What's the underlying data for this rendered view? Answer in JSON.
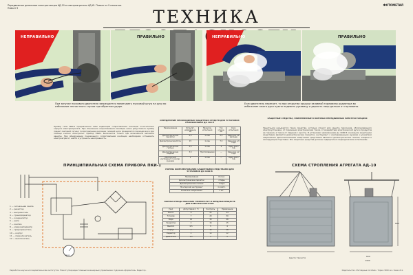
{
  "header": {
    "title": "ТЕХНИКА БЕЗОПАСНОСТИ",
    "stamp": "ФОТОМЕТАЛ",
    "strip": "Передвижные дизельные электростанции АД-10 и электроагрегаты АД-Ю. Плакат из 9 плакатов. Плакат 9"
  },
  "photos": {
    "wrong_label": "НЕПРАВИЛЬНО",
    "right_label": "ПРАВИЛЬНО",
    "caption_left": "При запуске пускового двигателя запрещается наматывать пусковой шнур на руку во избежание несчастного случая при обратном ударе.",
    "caption_right": "Если двигатель перегрет, то при открытии крышки заливной горловины радиатора во избежание ожога руки нужно надевать рукавицу и держать лицо дальше от горловины."
  },
  "intro_text": "Прибор типа ПКИ-1 предназначен сиби индикации сопротивления изоляции относительно корпуса электроагрегата. При понижении сопротивления изоляции ниже допустимого прибор подает световой сигнал. Сопротивление изоляции силовой цепи проверяется периодически при помощи кнопки «Контроль». Прибор ПКИ-1 включается только при включенном автомате защиты. При обнаружении пониженного сопротивления изоляции необходимо остановить электроагрегат, найти и устранить неисправность.",
  "table1": {
    "title": "ОПРЕДЕЛЕНИЕ НЕОБХОДИМЫХ ЗАЩИТНЫХ СРЕДСТВ ДЛЯ УСТАНОВОК НАПРЯЖЕНИЕМ ДО 400 В",
    "columns": [
      "Наименование",
      "Испытат. напряжение, кВ",
      "Продолж. испытания",
      "Ток утечки, мА",
      "Срок испытания"
    ],
    "rows": [
      [
        "Диэлектрические перчатки",
        "2,5",
        "1 мин",
        "2,5",
        "Один раз в 6 месяцев"
      ],
      [
        "Диэлектрические боты",
        "15",
        "1 мин",
        "7,5",
        "Один раз в 3 года"
      ],
      [
        "Диэлектрические галоши",
        "3,5",
        "1 мин",
        "2",
        "Один раз в год"
      ],
      [
        "Диэлектрические коврики",
        "3,5",
        "Протягиванием",
        "—",
        "Один раз в 2 года"
      ],
      [
        "Монтерский инструмент с изолир. ручками",
        "1",
        "1 мин",
        "—",
        "Один раз в год"
      ]
    ]
  },
  "table2": {
    "title": "НОРМЫ КОМПЛЕКТОВАНИЯ ЗАЩИТНЫМИ СРЕДСТВАМИ ДЛЯ УСТАНОВОК ДО 1000 В",
    "columns": [
      "Наименование",
      "Кол-во"
    ],
    "rows": [
      [
        "Диэлектрические перчатки",
        "2 пары"
      ],
      [
        "Диэлектрические галоши",
        "1 пара"
      ],
      [
        "Монтерский инструмент",
        "1 компл."
      ],
      [
        "Указатель напряжения",
        "1 шт."
      ]
    ]
  },
  "table3": {
    "title": "НОРМЫ ОТВОДА ВЫСОКИХ ТЕМПЕРАТУР И ВРЕДНЫХ ВЕЩЕСТВ ДЛЯ ЭЛЕКТРОАГРЕГАТОВ",
    "columns": [
      "Узел",
      "Допустимая t, °C",
      "Контроль",
      "Примечание"
    ],
    "rows": [
      [
        "Масло",
        "8",
        "25",
        "24"
      ],
      [
        "Топливо",
        "7",
        "20",
        "30"
      ],
      [
        "Вода",
        "12",
        "30",
        "26"
      ],
      [
        "Генератор",
        "4",
        "16",
        "15"
      ],
      [
        "Выхлоп",
        "0,5",
        "5",
        "4"
      ],
      [
        "Корпус",
        "2",
        "15",
        "16"
      ],
      [
        "Радиатор",
        "4",
        "10",
        "12"
      ],
      [
        "Двигатель",
        "1,5",
        "3",
        "5"
      ]
    ]
  },
  "protection": {
    "title": "ЗАЩИТНЫЕ СРЕДСТВА, ПРИМЕНЯЕМЫЕ В ВОЕННЫХ ПЕРЕДВИЖНЫХ ЭЛЕКТРОСТАНЦИЯХ",
    "text": "Защитными называются такие средства, которые служат для защиты персонала, обслуживающего электроустановки, от поражения электрическим током, от воздействия электрической дуги и продуктов ее горения, а также от падения с высоты. В установках напряжением до 1000 В основными защитными средствами являются диэлектрические перчатки, инструмент с изолированными ручками и указатели напряжения. Дополнительными защитными средствами являются диэлектрические галоши, коврики и изолирующие подставки. Все защитные средства должны подвергаться периодическим испытаниям."
  },
  "scheme_device": {
    "title": "ПРИНЦИПИАЛЬНАЯ СХЕМА ПРИБОРА ПКИ-1",
    "legend": [
      "1 — сигнальная лампа",
      "2 — резистор",
      "3 — выпрямитель",
      "4 — трансформатор",
      "5 — конденсатор",
      "6 — реле",
      "7 — кнопка",
      "8 — микроамперметр",
      "9 — предохранитель",
      "10 — корпус",
      "11 — переключатель",
      "12 — выключатель"
    ],
    "meter_label": "мкА"
  },
  "scheme_sling": {
    "title": "СХЕМА СТРОПЛЕНИЯ АГРЕГАТА АД-10",
    "label_center": "Центр тяжести",
    "dim_1": "800",
    "dim_2": "600",
    "dim_3": "1400"
  },
  "footer": {
    "left": "Разработан научно-исследовательским институтом. Плакат утвержден Главным инженерным управлением. Художник-оформитель. Редактор.",
    "right": "Издательство «Наглядные пособия». Тираж 3000 экз. Заказ 211."
  }
}
